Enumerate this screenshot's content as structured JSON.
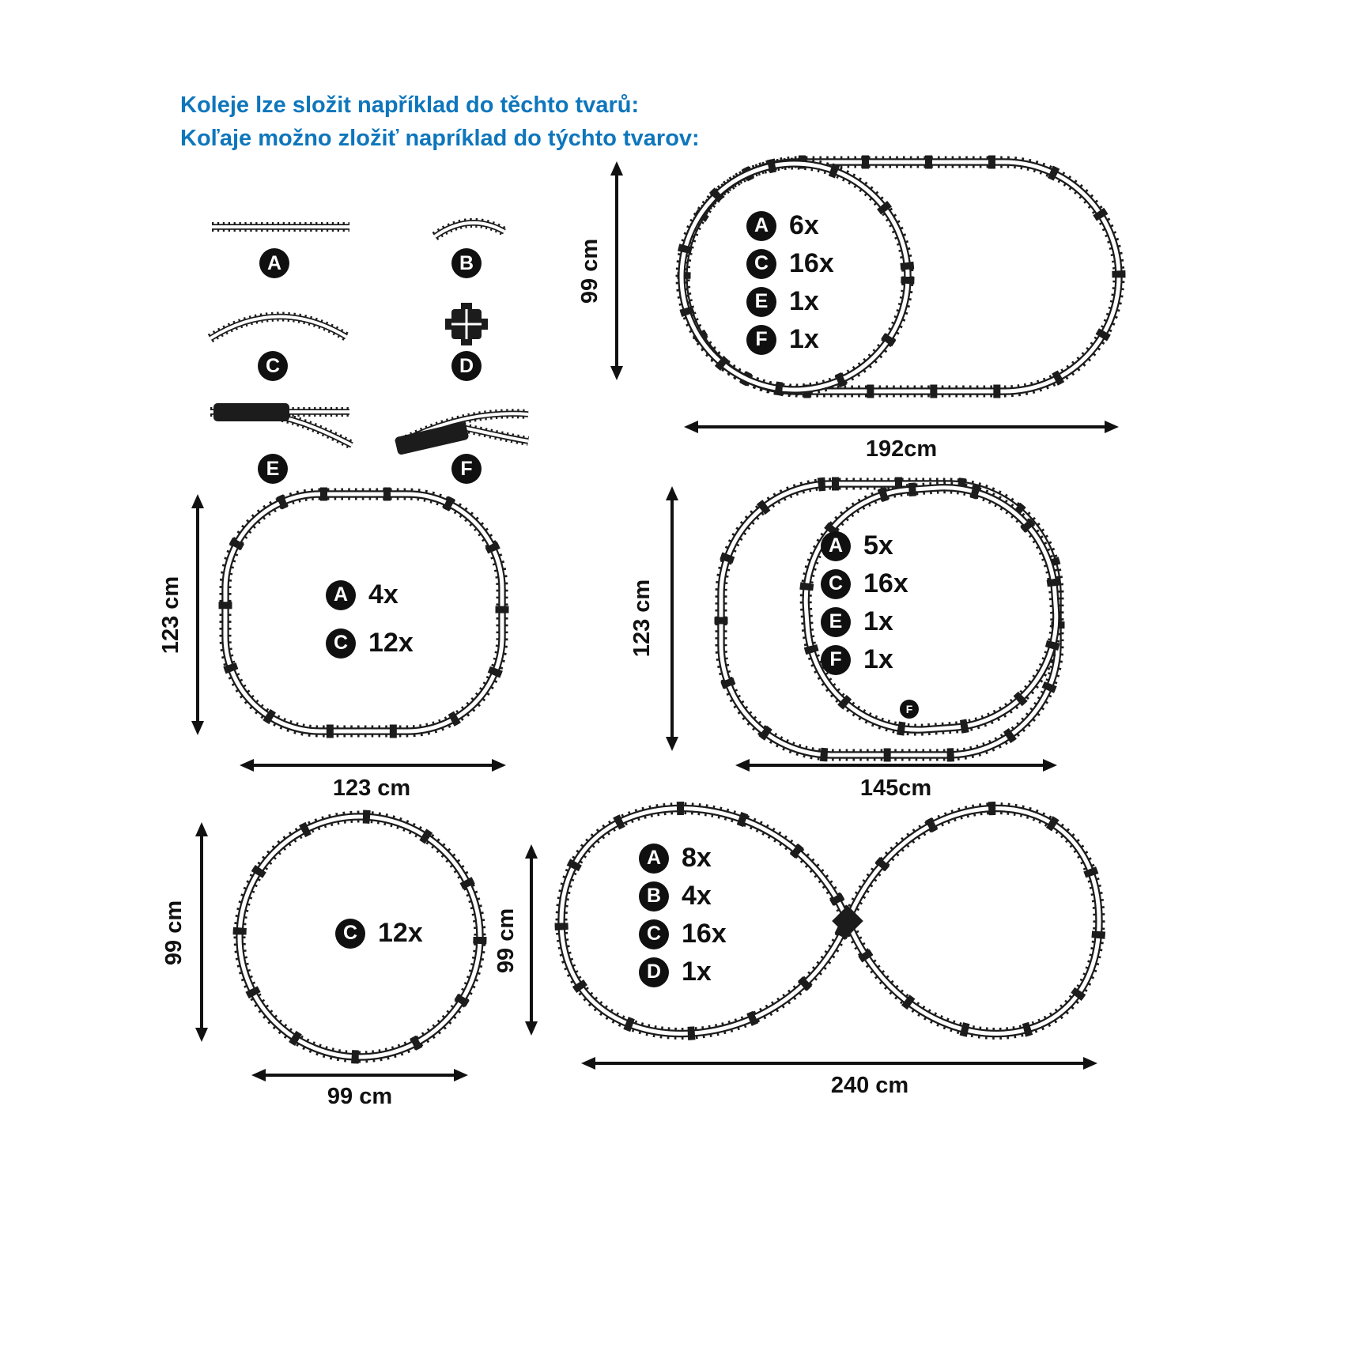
{
  "header": {
    "line1": "Koleje lze složit například do těchto tvarů:",
    "line2": "Koľaje možno zložiť napríklad do týchto tvarov:"
  },
  "colors": {
    "accent_blue": "#0e76bc",
    "track_black": "#1c1c1c"
  },
  "pieces": [
    {
      "label": "A",
      "name": "straight-track"
    },
    {
      "label": "B",
      "name": "short-curve-track"
    },
    {
      "label": "C",
      "name": "curve-track"
    },
    {
      "label": "D",
      "name": "crossing-track"
    },
    {
      "label": "E",
      "name": "left-switch-track"
    },
    {
      "label": "F",
      "name": "right-switch-track"
    }
  ],
  "layouts": {
    "oval192": {
      "height_label": "99 cm",
      "width_label": "192cm",
      "parts": [
        {
          "piece": "A",
          "count": "6x"
        },
        {
          "piece": "C",
          "count": "16x"
        },
        {
          "piece": "E",
          "count": "1x"
        },
        {
          "piece": "F",
          "count": "1x"
        }
      ]
    },
    "oval123": {
      "height_label": "123 cm",
      "width_label": "123 cm",
      "parts": [
        {
          "piece": "A",
          "count": "4x"
        },
        {
          "piece": "C",
          "count": "12x"
        }
      ]
    },
    "oval145": {
      "height_label": "123 cm",
      "width_label": "145cm",
      "track_marker": "F",
      "parts": [
        {
          "piece": "A",
          "count": "5x"
        },
        {
          "piece": "C",
          "count": "16x"
        },
        {
          "piece": "E",
          "count": "1x"
        },
        {
          "piece": "F",
          "count": "1x"
        }
      ]
    },
    "circle99": {
      "height_label": "99 cm",
      "width_label": "99 cm",
      "parts": [
        {
          "piece": "C",
          "count": "12x"
        }
      ]
    },
    "eight240": {
      "height_label": "99 cm",
      "width_label": "240 cm",
      "parts": [
        {
          "piece": "A",
          "count": "8x"
        },
        {
          "piece": "B",
          "count": "4x"
        },
        {
          "piece": "C",
          "count": "16x"
        },
        {
          "piece": "D",
          "count": "1x"
        }
      ]
    }
  }
}
